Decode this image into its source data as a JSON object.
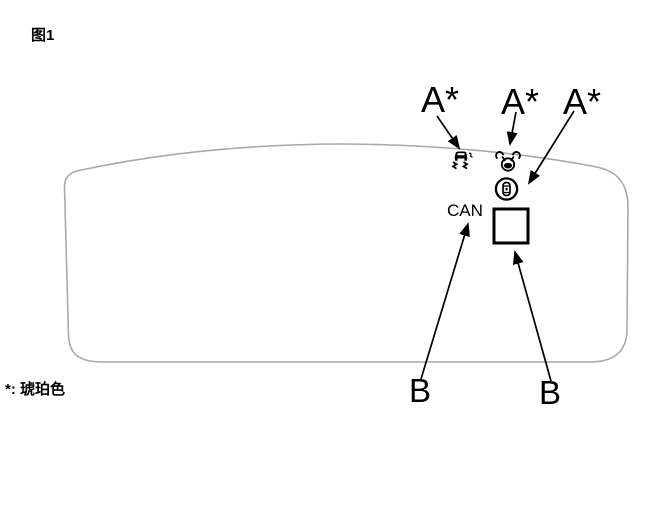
{
  "figure": {
    "title": "图1",
    "footnote": "*: 琥珀色"
  },
  "labels": {
    "a": [
      "A*",
      "A*",
      "A*"
    ],
    "b": [
      "B",
      "B"
    ],
    "can": "CAN"
  },
  "icons": {
    "left": "vsa-warning-icon",
    "middle": "power-steering-warning-icon",
    "right": "tire-pressure-warning-icon",
    "square": "indicator-square"
  },
  "colors": {
    "ink": "#000000",
    "cluster_outline": "#a9a9a9",
    "background": "#ffffff"
  }
}
